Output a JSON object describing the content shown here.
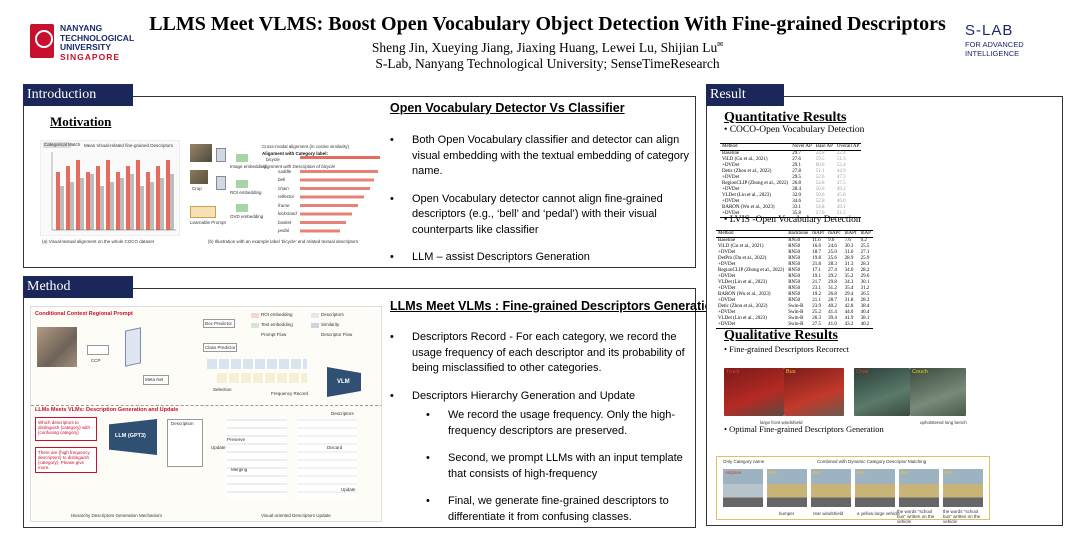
{
  "header": {
    "ntu_logo_lines": [
      "NANYANG",
      "TECHNOLOGICAL",
      "UNIVERSITY",
      "SINGAPORE"
    ],
    "title": "LLMS Meet VLMS: Boost Open Vocabulary Object Detection With Fine-grained Descriptors",
    "authors": "Sheng Jin, Xueying Jiang, Jiaxing Huang, Lewei Lu, Shijian Lu",
    "authors_mark": "✉",
    "affiliations": "S-Lab, Nanyang Technological University; SenseTimeResearch",
    "slab_logo": "S-LAB",
    "slab_sub": [
      "FOR ADVANCED",
      "INTELLIGENCE"
    ]
  },
  "introduction": {
    "header": "Introduction",
    "motivation": "Motivation",
    "subtitle": "Open Vocabulary Detector Vs Classifier",
    "bullets": [
      "Both Open Vocabulary classifier and detector can align visual embedding with the textual embedding of category name.",
      "Open Vocabulary detector  cannot align fine-grained descriptors (e.g., ‘bell’ and ‘pedal’) with their visual counterparts like classifier",
      "LLM – assist Descriptors Generation"
    ],
    "fig_caption_a": "(a) Visual-textual alignment on the whole COCO dataset",
    "fig_caption_b": "(b) Illustration with an example label 'bicycle' and related textual descriptors",
    "fig_labels": {
      "chart_title": "Mean Visual-related fine-grained Descriptors",
      "legend": "Categorical Match",
      "crop": "Crop",
      "learnable": "Learnable Prompt",
      "image_emb": "Image embedding",
      "roi_emb": "ROI embedding",
      "ovd_emb": "OVD embedding",
      "cross_modal": "Cross-modal alignment (in cosine similarity)",
      "alignment_cat": "Alignment with Category label:",
      "bicycle": "bicycle",
      "alignment_desc": "Alignment with Description of bicycle",
      "desc_items": [
        "saddle",
        "bell",
        "chain",
        "reflector",
        "frame",
        "kickstand",
        "basket",
        "pedal"
      ]
    }
  },
  "method": {
    "header": "Method",
    "subtitle": "LLMs Meet VLMs : Fine-grained Descriptors Generation",
    "bullets": [
      {
        "text": "Descriptors Record - For each category, we record the usage frequency of each descriptor and its probability of being misclassified to other categories.",
        "sub": []
      },
      {
        "text": "Descriptors Hierarchy Generation and Update",
        "sub": [
          "We record the usage frequency. Only the high-frequency descriptors are preserved.",
          "Second, we prompt LLMs with an input template that consists of high-frequency",
          "Final, we generate fine-grained descriptors to differentiate it from confusing classes."
        ]
      }
    ],
    "fig": {
      "top_title": "Conditional Context Regional Prompt",
      "legend": [
        "ROI embedding",
        "Text embedding",
        "Prompt Flow",
        "Descriptors",
        "Similarity",
        "Descriptor Flow"
      ],
      "box_predictor": "Box Predictor",
      "class_predictor": "Class Predictor",
      "meta_net": "Meta Net",
      "ccp": "CCP",
      "vlm": "VLM",
      "selection": "Selection",
      "freq_record": "Frequency Record",
      "bottom_title": "LLMs Meets VLMs: Description Generation and Update",
      "llm": "LLM (GPT3)",
      "description": "Description",
      "descriptors": "Descriptors",
      "preserve": "Preserve",
      "merging": "Merging",
      "discard": "Discard",
      "update": "Update",
      "q1": "Which descriptors to distinguish {category} with {confusing category}",
      "q2": "There are {high frequency descriptors} to distinguish {category}. Please give more.",
      "cap_left": "Hierarchy Descriptors Generation Mechanism",
      "cap_right": "Visual-oriented Descriptors Update"
    }
  },
  "results": {
    "header": "Result",
    "quant_title": "Quantitative Results",
    "coco_bullet": "COCO-Open Vocabulary Detection",
    "coco_table": {
      "header": [
        "Method",
        "Novel AP",
        "Base AP",
        "Overall AP"
      ],
      "rows": [
        [
          "Baseline",
          "29.7",
          "24.8",
          "22.4"
        ],
        [
          "ViLD (Gu et al., 2021)",
          "27.6",
          "59.5",
          "51.3"
        ],
        [
          "+DVDet",
          "29.1",
          "60.6",
          "52.4"
        ],
        [
          "Detic (Zhou et al., 2022)",
          "27.8",
          "51.1",
          "44.9"
        ],
        [
          "+DVDet",
          "29.5",
          "52.6",
          "47.3"
        ],
        [
          "RegionCLIP (Zhong et al., 2022)",
          "26.8",
          "54.8",
          "47.5"
        ],
        [
          "+DVDet",
          "28.4",
          "56.6",
          "49.2"
        ],
        [
          "VLDet (Lin et al., 2023)",
          "32.0",
          "50.6",
          "45.8"
        ],
        [
          "+DVDet",
          "34.6",
          "52.8",
          "46.6"
        ],
        [
          "BARON (Wu et al., 2023)",
          "33.1",
          "54.8",
          "49.1"
        ],
        [
          "+DVDet",
          "35.8",
          "57.0",
          "51.5"
        ]
      ]
    },
    "lvis_bullet": "LVIS -Open Vocabulary Detection",
    "lvis_table": {
      "header": [
        "Method",
        "Backbone",
        "mAPr",
        "mAPc",
        "mAPf",
        "mAP"
      ],
      "rows": [
        [
          "Baseline",
          "RN50",
          "11.6",
          "9.6",
          "7.6",
          "9.2"
        ],
        [
          "ViLD (Gu et al., 2021)",
          "RN50",
          "16.6",
          "24.6",
          "30.3",
          "25.5"
        ],
        [
          "+DVDet",
          "RN50",
          "18.7",
          "25.0",
          "31.6",
          "27.1"
        ],
        [
          "DetPro (Du et al., 2022)",
          "RN50",
          "19.8",
          "25.6",
          "28.9",
          "25.9"
        ],
        [
          "+DVDet",
          "RN50",
          "21.8",
          "28.3",
          "31.3",
          "28.3"
        ],
        [
          "RegionCLIP (Zhong et al., 2022)",
          "RN50",
          "17.1",
          "27.4",
          "34.0",
          "28.2"
        ],
        [
          "+DVDet",
          "RN50",
          "19.1",
          "29.2",
          "35.2",
          "29.6"
        ],
        [
          "VLDet (Lin et al., 2023)",
          "RN50",
          "21.7",
          "29.8",
          "34.3",
          "30.1"
        ],
        [
          "+DVDet",
          "RN50",
          "23.1",
          "31.2",
          "35.4",
          "31.2"
        ],
        [
          "BARON (Wu et al., 2023)",
          "RN50",
          "19.2",
          "26.8",
          "29.4",
          "26.5"
        ],
        [
          "+DVDet",
          "RN50",
          "21.1",
          "28.7",
          "31.8",
          "28.3"
        ],
        [
          "Detic (Zhou et al., 2022)",
          "Swin-B",
          "23.9",
          "40.2",
          "42.8",
          "38.4"
        ],
        [
          "+DVDet",
          "Swin-B",
          "25.2",
          "41.4",
          "44.6",
          "40.4"
        ],
        [
          "VLDet (Lin et al., 2023)",
          "Swin-B",
          "26.3",
          "39.4",
          "41.9",
          "38.1"
        ],
        [
          "+DVDet",
          "Swin-B",
          "27.5",
          "41.0",
          "43.2",
          "40.2"
        ]
      ]
    },
    "qual_title": "Qualitative Results",
    "qual_bullet1": "Fine-grained Descriptors Recorrect",
    "qual_labels": [
      "Truck",
      "Bus",
      "Chair",
      "Couch"
    ],
    "qual_tags": [
      "truck",
      "bus"
    ],
    "qual_captions": [
      "large front windshield",
      "upholstered long bench"
    ],
    "qual_bullet2": "Optimal Fine-grained Descriptors Generation",
    "strip_captions": [
      "Only Category name",
      "Combined with Dynamic Category Descriptor Matching",
      "bumper",
      "rear windshield",
      "a yellow large vehicle",
      "the words \"school bus\" written on the vehicle",
      "the words \"school bus\" written on the vehicle"
    ],
    "strip_labels": [
      "Airplane",
      "Bus",
      "Bus",
      "Bus",
      "Bus",
      "Bus"
    ]
  },
  "colors": {
    "header_bar": "#1b2659",
    "ntu_red": "#c8102e",
    "ntu_blue": "#1b2a6b",
    "bar_red": "#e36c5f",
    "bar_grey": "#bcbcbc",
    "box_yellow": "#f5c518"
  }
}
